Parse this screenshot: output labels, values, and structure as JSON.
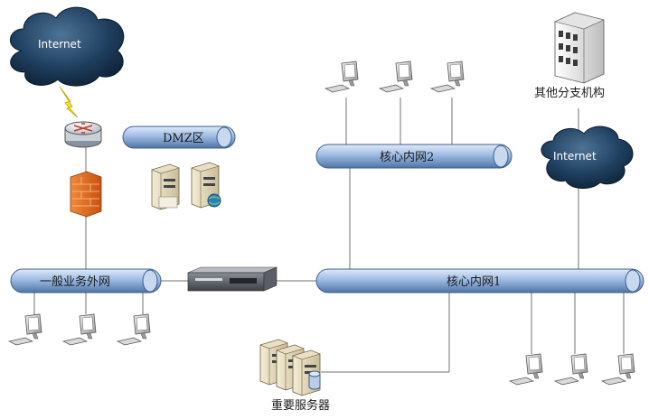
{
  "nodes": {
    "internet_top": "Internet",
    "internet_right": "Internet",
    "dmz_label": "DMZ区",
    "core2_label": "核心内网2",
    "core1_label": "核心内网1",
    "general_label": "一般业务外网",
    "branch_label": "其他分支机构",
    "servers_label": "重要服务器"
  },
  "icons": {
    "cloud": "cloud-icon",
    "router": "router-icon",
    "firewall": "firewall-icon",
    "server": "server-icon",
    "workstation": "workstation-icon",
    "appliance": "security-appliance-icon",
    "building": "building-icon",
    "lightning": "lightning-icon"
  },
  "colors": {
    "pipe": "#8fb0dc",
    "pipe_dark": "#5577a8",
    "cloud": "#1d3a57",
    "firewall": "#e06a1f",
    "line": "#6b6b6b"
  }
}
